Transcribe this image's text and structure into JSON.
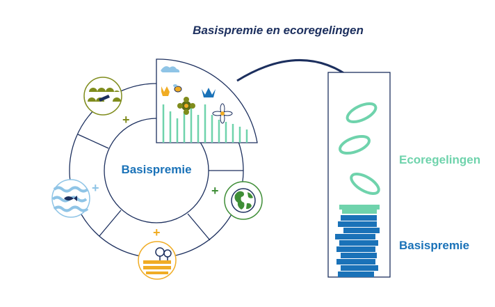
{
  "title": "Basispremie en ecoregelingen",
  "center_label": "Basispremie",
  "legend": {
    "eco_label": "Ecoregelingen",
    "basis_label": "Basispremie"
  },
  "plus_sign": "+",
  "colors": {
    "navy": "#1c2f5e",
    "blue": "#1a72b8",
    "mint": "#6fd3ac",
    "olive": "#7f8c1c",
    "gold": "#f0ac24",
    "green": "#3f8e37",
    "light_blue": "#8fc4e6"
  },
  "icons": [
    "hills-plow-icon",
    "wildflower-segment-icon",
    "globe-icon",
    "farm-field-icon",
    "water-fish-icon",
    "arrow-icon",
    "coin-stack-icon",
    "floating-coin-icon"
  ]
}
